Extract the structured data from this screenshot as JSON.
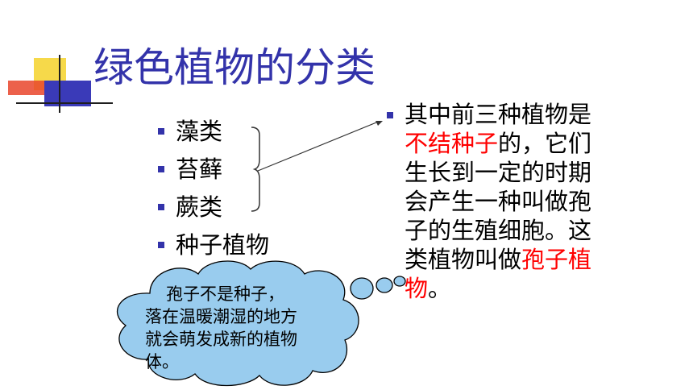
{
  "title": "绿色植物的分类",
  "list_items": [
    "藻类",
    "苔藓",
    "蕨类",
    "种子植物"
  ],
  "para": {
    "part1": "其中前三种植物是",
    "highlight1": "不结种子",
    "part2": "的，它们生长到一定的时期会产生一种叫做孢子的生殖细胞。这类植物叫做",
    "highlight2": "孢子植物",
    "part3": "。"
  },
  "cloud_text": "孢子不是种子，落在温暖潮湿的地方就会萌发成新的植物体。",
  "colors": {
    "title": "#3333aa",
    "bullet": "#3333aa",
    "highlight": "#ff0000",
    "cloud_fill": "#99ccee"
  }
}
